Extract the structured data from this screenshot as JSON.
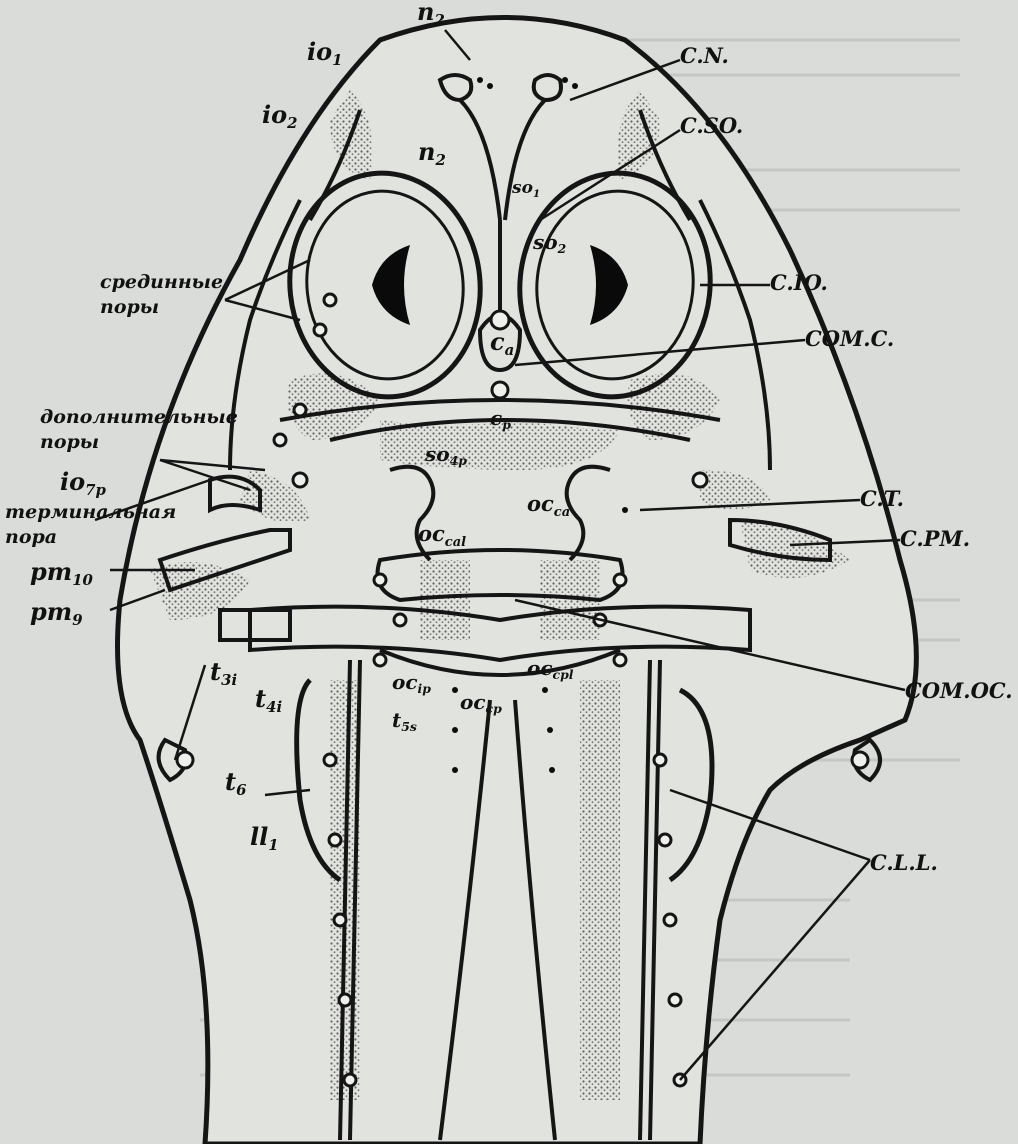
{
  "figure": {
    "colors": {
      "ink": "#151515",
      "paper": "#dcdfdb",
      "stipple": "#8c8c8c"
    },
    "labels": {
      "n2_top": {
        "base": "n",
        "sub": "2"
      },
      "io1": {
        "base": "io",
        "sub": "1"
      },
      "io2": {
        "base": "io",
        "sub": "2"
      },
      "n2_mid": {
        "base": "n",
        "sub": "2"
      },
      "so1": {
        "base": "so",
        "sub": "1"
      },
      "so2": {
        "base": "so",
        "sub": "2"
      },
      "ca": {
        "base": "c",
        "sub": "a"
      },
      "cp": {
        "base": "c",
        "sub": "p"
      },
      "so4p": {
        "base": "so",
        "sub": "4p"
      },
      "io7p": {
        "base": "io",
        "sub": "7p"
      },
      "occa": {
        "base": "oc",
        "sub": "ca"
      },
      "occal": {
        "base": "oc",
        "sub": "cal"
      },
      "pm10": {
        "base": "pm",
        "sub": "10"
      },
      "pm9": {
        "base": "pm",
        "sub": "9"
      },
      "t3i": {
        "base": "t",
        "sub": "3i"
      },
      "t4i": {
        "base": "t",
        "sub": "4i"
      },
      "ocip": {
        "base": "oc",
        "sub": "ip"
      },
      "occp": {
        "base": "oc",
        "sub": "cp"
      },
      "occpl": {
        "base": "oc",
        "sub": "cpl"
      },
      "t5s": {
        "base": "t",
        "sub": "5s"
      },
      "t6": {
        "base": "t",
        "sub": "6"
      },
      "ll1": {
        "base": "ll",
        "sub": "1"
      }
    },
    "callouts": {
      "median_pores": "срединные поры",
      "additional_pores": "дополнительные поры",
      "terminal_pore": "терминальная пора",
      "CN": "C.N.",
      "CSO": "C.SO.",
      "CIO": "C.IO.",
      "COMC": "COM.C.",
      "CT": "C.T.",
      "CPM": "C.PM.",
      "COMOC": "COM.OC.",
      "CLL": "C.L.L."
    }
  }
}
